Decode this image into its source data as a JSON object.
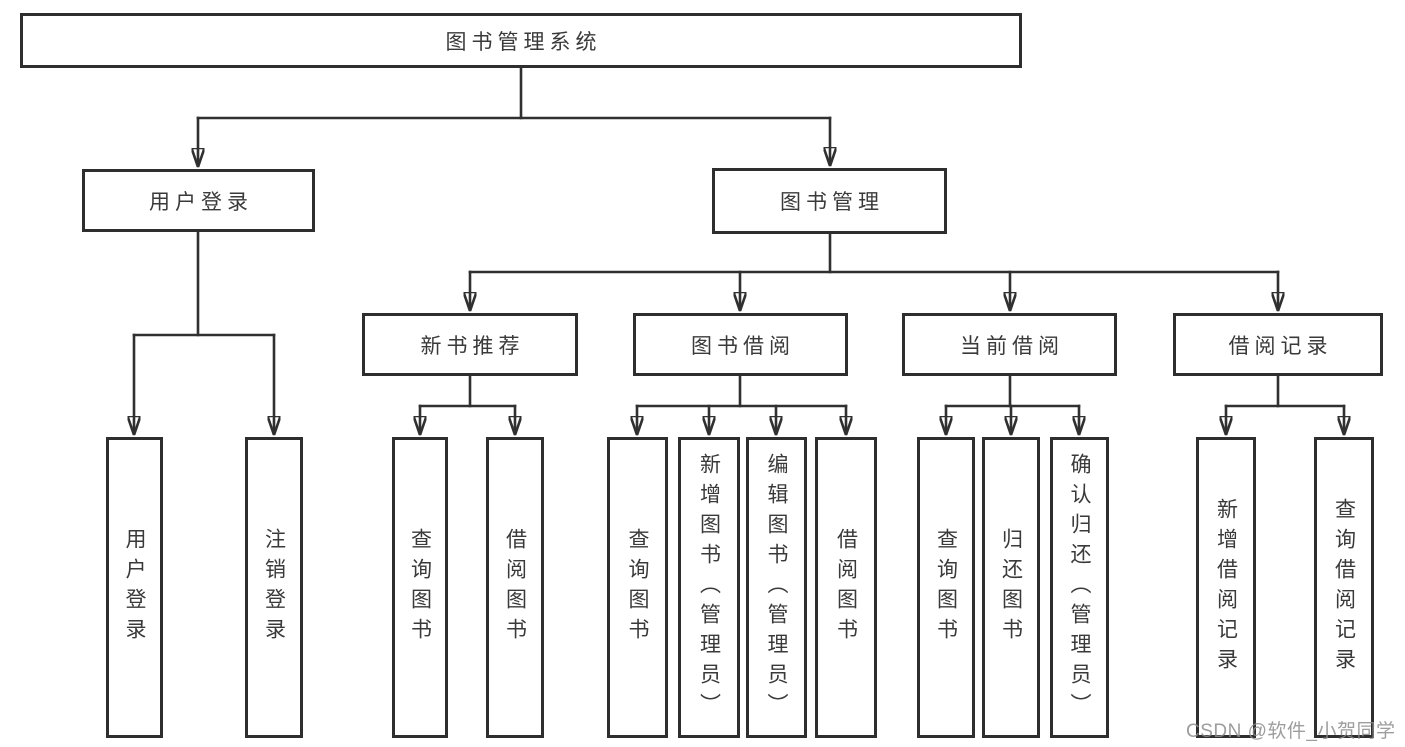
{
  "diagram": {
    "type": "tree",
    "root": {
      "label": "图书管理系统",
      "children": [
        {
          "label": "用户登录",
          "children": [
            {
              "label": "用户登录"
            },
            {
              "label": "注销登录"
            }
          ]
        },
        {
          "label": "图书管理",
          "children": [
            {
              "label": "新书推荐",
              "children": [
                {
                  "label": "查询图书"
                },
                {
                  "label": "借阅图书"
                }
              ]
            },
            {
              "label": "图书借阅",
              "children": [
                {
                  "label": "查询图书"
                },
                {
                  "label": "新增图书（管理员）"
                },
                {
                  "label": "编辑图书（管理员）"
                },
                {
                  "label": "借阅图书"
                }
              ]
            },
            {
              "label": "当前借阅",
              "children": [
                {
                  "label": "查询图书"
                },
                {
                  "label": "归还图书"
                },
                {
                  "label": "确认归还（管理员）"
                }
              ]
            },
            {
              "label": "借阅记录",
              "children": [
                {
                  "label": "新增借阅记录"
                },
                {
                  "label": "查询借阅记录"
                }
              ]
            }
          ]
        }
      ]
    }
  },
  "watermark": {
    "text": "CSDN @软件_小贺同学"
  },
  "colors": {
    "background": "#ffffff",
    "line": "#303030",
    "box_border": "#2e2e2e",
    "text": "#3a3a3a",
    "watermark": "#8c8c8c"
  }
}
